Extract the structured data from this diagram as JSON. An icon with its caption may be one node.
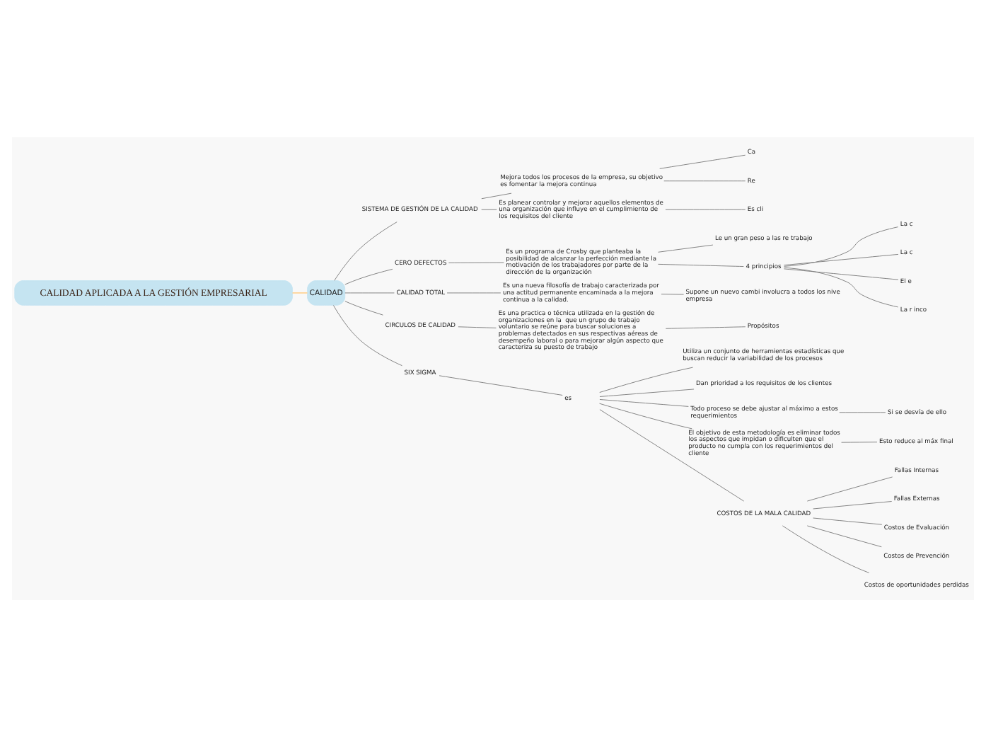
{
  "diagram": {
    "nodes": [
      {
        "text": [
          "CALIDAD APLICADA A LA GESTIÓN EMPRESARIAL"
        ]
      },
      {
        "text": [
          "CALIDAD"
        ]
      },
      {
        "text": [
          "SISTEMA DE GESTIÓN DE LA CALIDAD"
        ]
      },
      {
        "text": [
          "Mejora todos los procesos de la empresa, su objetivo es fomentar la mejora continua"
        ]
      },
      {
        "text": [
          "Ca"
        ]
      },
      {
        "text": [
          "Re"
        ]
      },
      {
        "text": [
          "Es planear controlar y mejorar aquellos elementos de una organización que influye en el cumplimiento de los requisitos del cliente"
        ]
      },
      {
        "text": [
          "Es cli"
        ]
      },
      {
        "text": [
          "CERO DEFECTOS"
        ]
      },
      {
        "text": [
          "Es un programa de Crosby que planteaba la posibilidad de alcanzar la perfección mediante la motivación de los trabajadores por parte de la dirección de la organización"
        ]
      },
      {
        "text": [
          "Le un gran peso a las re trabajo"
        ]
      },
      {
        "text": [
          "4 principios"
        ]
      },
      {
        "text": [
          "La c"
        ]
      },
      {
        "text": [
          "La c"
        ]
      },
      {
        "text": [
          "El e"
        ]
      },
      {
        "text": [
          "La r inco"
        ]
      },
      {
        "text": [
          "CALIDAD TOTAL"
        ]
      },
      {
        "text": [
          "Es una nueva filosofía de trabajo caracterizada por una actitud permanente encaminada a la mejora continua a la calidad."
        ]
      },
      {
        "text": [
          "Supone un nuevo cambi involucra a todos los nive empresa"
        ]
      },
      {
        "text": [
          "CIRCULOS DE CALIDAD"
        ]
      },
      {
        "text": [
          "Es una practica o técnica utilizada en la gestión de organizaciones en la  que un grupo de trabajo voluntario se reúne para buscar soluciones a problemas detectados en sus respectivas aéreas de desempeño laboral o para mejorar algún aspecto que caracteriza su puesto de trabajo"
        ]
      },
      {
        "text": [
          "Propósitos"
        ]
      },
      {
        "text": [
          "SIX SIGMA"
        ]
      },
      {
        "text": [
          "es"
        ]
      },
      {
        "text": [
          "Utiliza un conjunto de herramientas estadísticas que buscan reducir la variabilidad de los procesos"
        ]
      },
      {
        "text": [
          "Dan prioridad a los requisitos de los clientes"
        ]
      },
      {
        "text": [
          "Todo proceso se debe ajustar al máximo a estos requerimientos"
        ]
      },
      {
        "text": [
          "Si se desvía de ello"
        ]
      },
      {
        "text": [
          "El objetivo de esta metodología es eliminar todos los aspectos que impidan o dificulten que el producto no cumpla con los requerimientos del cliente"
        ]
      },
      {
        "text": [
          "Esto reduce al máx final"
        ]
      },
      {
        "text": [
          "COSTOS DE LA MALA CALIDAD"
        ]
      },
      {
        "text": [
          "Fallas Internas"
        ]
      },
      {
        "text": [
          "Fallas Externas"
        ]
      },
      {
        "text": [
          "Costos de Evaluación"
        ]
      },
      {
        "text": [
          "Costos de Prevención"
        ]
      },
      {
        "text": [
          "Costos de oportunidades perdidas"
        ]
      }
    ],
    "edges": [
      {
        "from": 0,
        "to": 1,
        "arrow": "none",
        "color": "#ffcc80"
      },
      {
        "from": 1,
        "to": 2,
        "arrow": "none"
      },
      {
        "from": 2,
        "to": 3,
        "arrow": "none"
      },
      {
        "from": 3,
        "to": 4,
        "arrow": "none"
      },
      {
        "from": 3,
        "to": 5,
        "arrow": "none"
      },
      {
        "from": 2,
        "to": 6,
        "arrow": "none"
      },
      {
        "from": 6,
        "to": 7,
        "arrow": "none"
      },
      {
        "from": 1,
        "to": 8,
        "arrow": "none"
      },
      {
        "from": 8,
        "to": 9,
        "arrow": "none"
      },
      {
        "from": 9,
        "to": 10,
        "arrow": "none"
      },
      {
        "from": 9,
        "to": 11,
        "arrow": "none"
      },
      {
        "from": 11,
        "to": 12,
        "arrow": "none"
      },
      {
        "from": 11,
        "to": 13,
        "arrow": "none"
      },
      {
        "from": 11,
        "to": 14,
        "arrow": "none"
      },
      {
        "from": 11,
        "to": 15,
        "arrow": "none"
      },
      {
        "from": 1,
        "to": 16,
        "arrow": "none"
      },
      {
        "from": 16,
        "to": 17,
        "arrow": "none"
      },
      {
        "from": 17,
        "to": 18,
        "arrow": "none"
      },
      {
        "from": 1,
        "to": 19,
        "arrow": "none"
      },
      {
        "from": 19,
        "to": 20,
        "arrow": "none"
      },
      {
        "from": 20,
        "to": 21,
        "arrow": "none"
      },
      {
        "from": 1,
        "to": 22,
        "arrow": "none"
      },
      {
        "from": 22,
        "to": 23,
        "arrow": "none"
      },
      {
        "from": 23,
        "to": 24,
        "arrow": "none"
      },
      {
        "from": 23,
        "to": 25,
        "arrow": "none"
      },
      {
        "from": 23,
        "to": 26,
        "arrow": "none"
      },
      {
        "from": 26,
        "to": 27,
        "arrow": "none"
      },
      {
        "from": 23,
        "to": 28,
        "arrow": "none"
      },
      {
        "from": 28,
        "to": 29,
        "arrow": "none"
      },
      {
        "from": 23,
        "to": 30,
        "arrow": "none"
      },
      {
        "from": 30,
        "to": 31,
        "arrow": "none"
      },
      {
        "from": 30,
        "to": 32,
        "arrow": "none"
      },
      {
        "from": 30,
        "to": 33,
        "arrow": "none"
      },
      {
        "from": 30,
        "to": 34,
        "arrow": "none"
      },
      {
        "from": 30,
        "to": 35,
        "arrow": "none"
      }
    ]
  }
}
